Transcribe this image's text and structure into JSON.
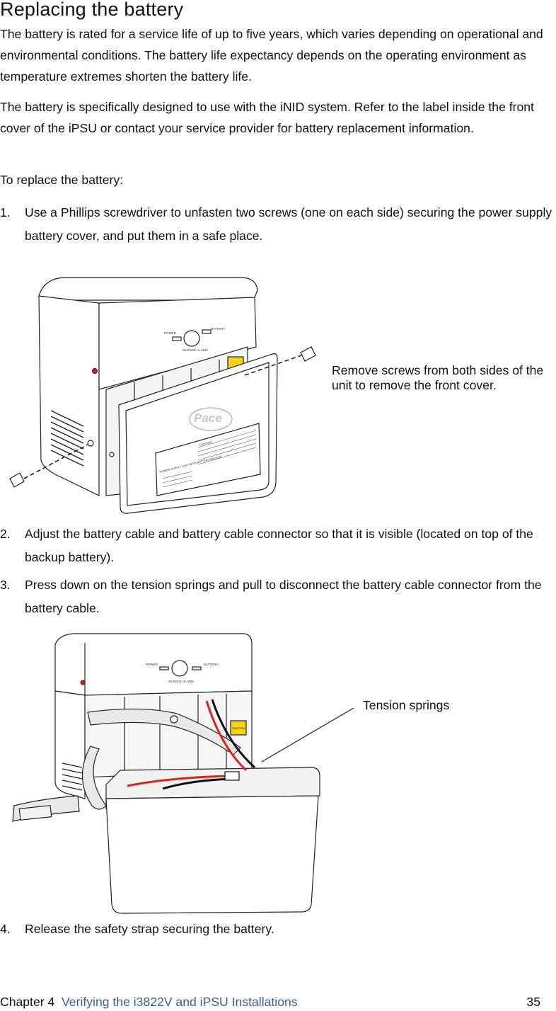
{
  "heading": "Replacing the battery",
  "paragraphs": [
    "The battery is rated for a service life of up to five years, which varies depending on operational and environmental conditions. The battery life expectancy depends on the operating environment as temperature extremes shorten the battery life.",
    "The battery is specifically designed to use with the iNID system. Refer to the label inside the front cover of the iPSU or contact your service provider for battery replacement information.",
    "To replace the battery:"
  ],
  "steps": [
    {
      "num": "1.",
      "text": "Use a Phillips screwdriver to unfasten two screws (one on each side) securing the power supply battery cover, and put them in a safe place."
    },
    {
      "num": "2.",
      "text": "Adjust the battery cable and battery cable connector so that it is visible (located on top of the backup battery)."
    },
    {
      "num": "3.",
      "text": "Press down on the tension springs and pull to disconnect the battery cable connector from the battery cable."
    },
    {
      "num": "4.",
      "text": "Release the safety strap securing the battery."
    }
  ],
  "figure1": {
    "callout": "Remove screws from both sides of the unit to remove the front cover.",
    "brand": "Pace",
    "panel_left": "POWER",
    "panel_right": "BATTERY",
    "panel_center": "SILENCE ALARM",
    "cover_label_title": "POWER SUPPLY UNIT WITH BATTERY BACKUP",
    "cover_label_caution": "CAUTION"
  },
  "figure2": {
    "callout": "Tension springs",
    "panel_left": "POWER",
    "panel_right": "BATTERY",
    "panel_center": "SILENCE ALARM",
    "caution_tag": "CAUTION"
  },
  "footer": {
    "chapter": "Chapter 4",
    "title": "Verifying the i3822V and iPSU Installations",
    "page": "35"
  },
  "colors": {
    "link": "#3a5f8f",
    "wire_red": "#d9241c",
    "caution_yellow": "#f3d21a"
  }
}
